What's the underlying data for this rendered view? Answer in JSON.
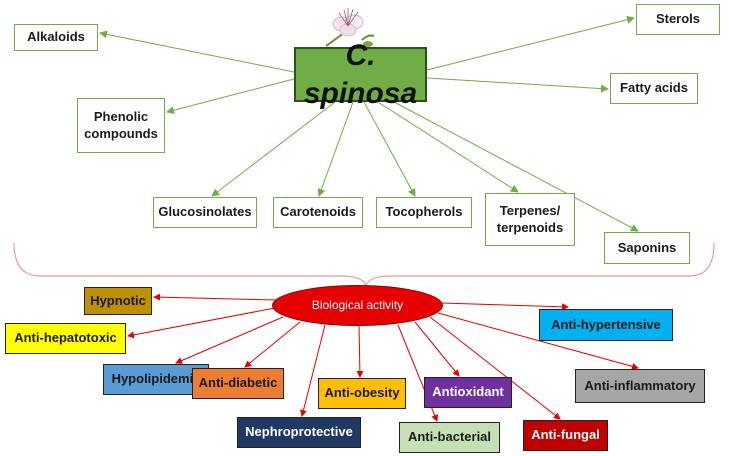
{
  "root": {
    "label": "C. spinosa"
  },
  "constituents": [
    {
      "key": "alkaloids",
      "label": "Alkaloids"
    },
    {
      "key": "phenolic",
      "label": "Phenolic\ncompounds"
    },
    {
      "key": "glucosinolates",
      "label": "Glucosinolates"
    },
    {
      "key": "carotenoids",
      "label": "Carotenoids"
    },
    {
      "key": "tocopherols",
      "label": "Tocopherols"
    },
    {
      "key": "terpenes",
      "label": "Terpenes/\nterpenoids"
    },
    {
      "key": "saponins",
      "label": "Saponins"
    },
    {
      "key": "fatty-acids",
      "label": "Fatty acids"
    },
    {
      "key": "sterols",
      "label": "Sterols"
    }
  ],
  "hub": {
    "label": "Biological activity"
  },
  "activities": [
    {
      "key": "hypnotic",
      "label": "Hypnotic",
      "color": "#bf9000"
    },
    {
      "key": "anti-hepatotoxic",
      "label": "Anti-hepatotoxic",
      "color": "#ffff00"
    },
    {
      "key": "hypolipidemic",
      "label": "Hypolipidemic",
      "color": "#5b9bd5"
    },
    {
      "key": "anti-diabetic",
      "label": "Anti-diabetic",
      "color": "#ed7d31"
    },
    {
      "key": "nephroprotective",
      "label": "Nephroprotective",
      "color": "#203864"
    },
    {
      "key": "anti-obesity",
      "label": "Anti-obesity",
      "color": "#ffc000"
    },
    {
      "key": "anti-bacterial",
      "label": "Anti-bacterial",
      "color": "#c5e0b4"
    },
    {
      "key": "antioxidant",
      "label": "Antioxidant",
      "color": "#7030a0"
    },
    {
      "key": "anti-fungal",
      "label": "Anti-fungal",
      "color": "#c00000"
    },
    {
      "key": "anti-inflammatory",
      "label": "Anti-inflammatory",
      "color": "#a6a6a6"
    },
    {
      "key": "anti-hypertensive",
      "label": "Anti-hypertensive",
      "color": "#00b0f0"
    }
  ],
  "colors": {
    "green_edge": "#70ad47",
    "red_edge": "#e60000",
    "brace": "#e89b9b"
  }
}
